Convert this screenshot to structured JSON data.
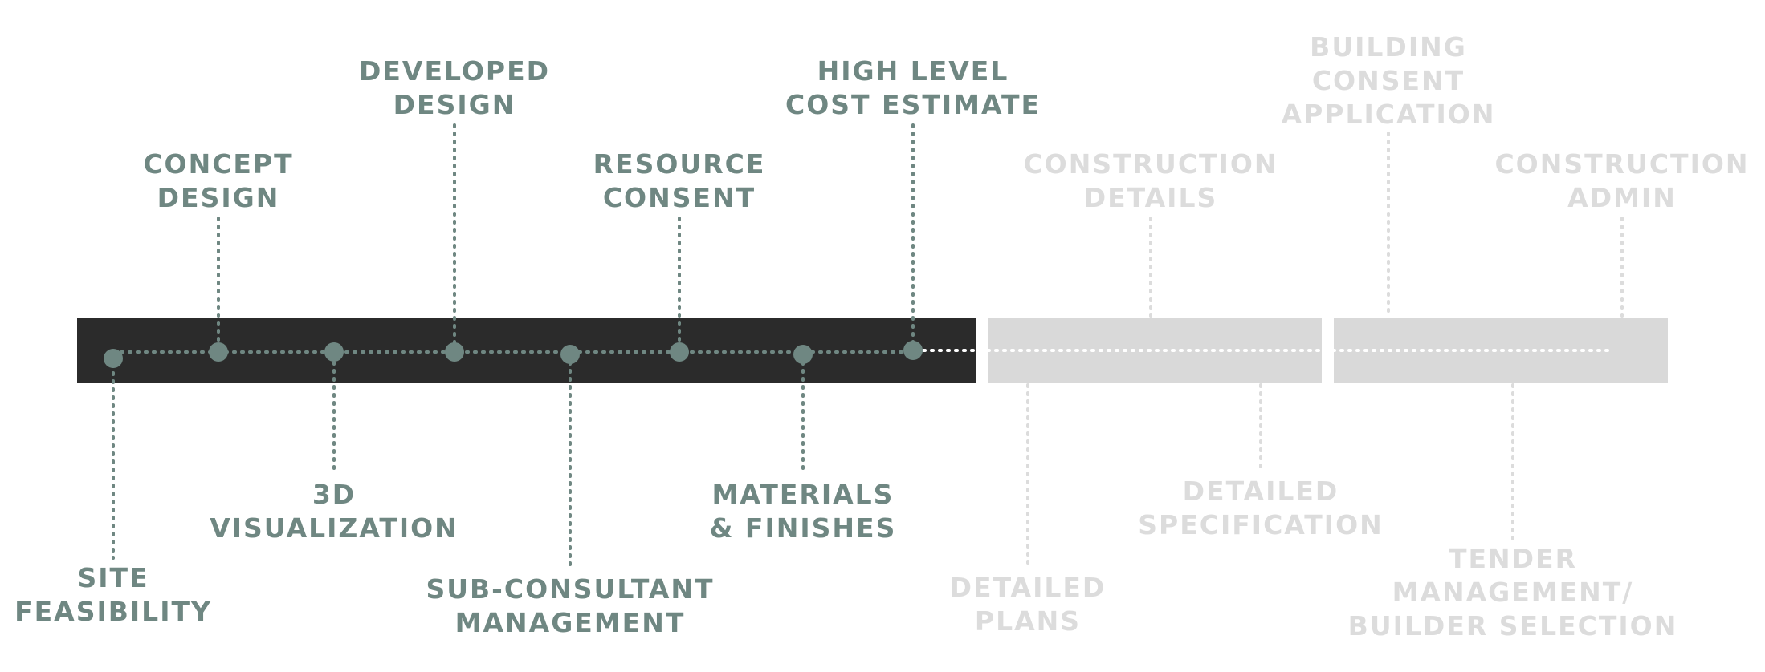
{
  "colors": {
    "active_bar": "#2b2b2b",
    "inactive_bar": "#d9d9d9",
    "active": "#6f8782",
    "inactive": "#dcdcdc",
    "track_white": "#ffffff"
  },
  "timeline": {
    "active_labels": [
      {
        "key": "site",
        "lines": [
          "SITE",
          "FEASIBILITY"
        ]
      },
      {
        "key": "concept",
        "lines": [
          "CONCEPT",
          "DESIGN"
        ]
      },
      {
        "key": "viz",
        "lines": [
          "3D",
          "VISUALIZATION"
        ]
      },
      {
        "key": "developed",
        "lines": [
          "DEVELOPED",
          "DESIGN"
        ]
      },
      {
        "key": "subcon",
        "lines": [
          "SUB-CONSULTANT",
          "MANAGEMENT"
        ]
      },
      {
        "key": "resource",
        "lines": [
          "RESOURCE",
          "CONSENT"
        ]
      },
      {
        "key": "materials",
        "lines": [
          "MATERIALS",
          "& FINISHES"
        ]
      },
      {
        "key": "cost",
        "lines": [
          "HIGH LEVEL",
          "COST ESTIMATE"
        ]
      }
    ],
    "inactive_labels": [
      {
        "key": "plans",
        "lines": [
          "DETAILED",
          "PLANS"
        ]
      },
      {
        "key": "cdetails",
        "lines": [
          "CONSTRUCTION",
          "DETAILS"
        ]
      },
      {
        "key": "spec",
        "lines": [
          "DETAILED",
          "SPECIFICATION"
        ]
      },
      {
        "key": "bca",
        "lines": [
          "BUILDING",
          "CONSENT",
          "APPLICATION"
        ]
      },
      {
        "key": "tender",
        "lines": [
          "TENDER",
          "MANAGEMENT/",
          "BUILDER SELECTION"
        ]
      },
      {
        "key": "cadmin",
        "lines": [
          "CONSTRUCTION",
          "ADMIN"
        ]
      }
    ]
  }
}
